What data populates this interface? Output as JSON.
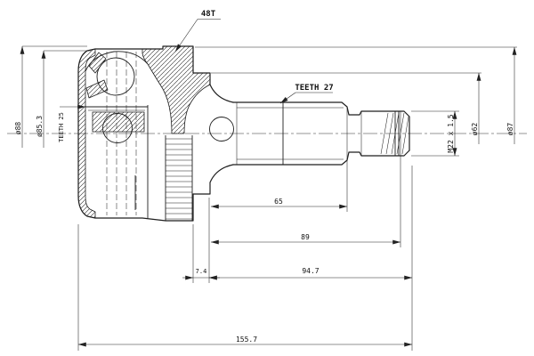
{
  "drawing": {
    "kind": "technical-drawing",
    "subject": "cv-joint-outer-with-abs-ring",
    "background_color": "#ffffff",
    "line_color": "#1f1f1f"
  },
  "annotations": {
    "abs_ring_teeth": "48T",
    "shaft_spline_teeth": "TEETH 27",
    "bore_spline_teeth": "TEETH 25"
  },
  "dimensions": {
    "housing_outer_diameter": "ø88",
    "housing_secondary_diameter": "ø85.3",
    "abs_ring_diameter": "ø87",
    "shoulder_diameter": "ø62",
    "thread_spec": "M22 x 1.5",
    "spline_length": "65",
    "length_to_groove": "89",
    "ring_offset": "7.4",
    "shaft_length": "94.7",
    "overall_length": "155.7"
  }
}
